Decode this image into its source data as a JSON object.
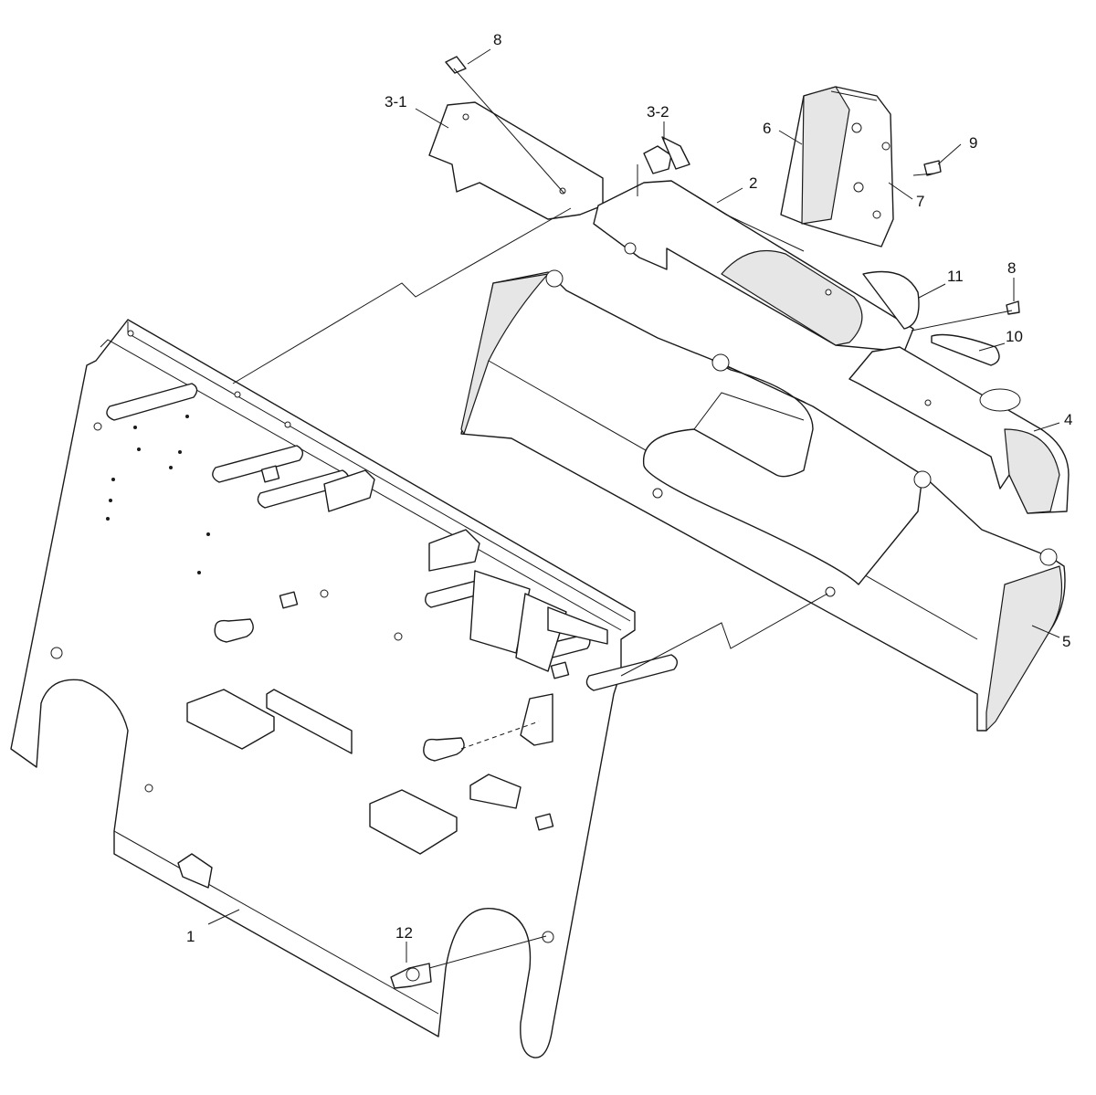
{
  "callouts": {
    "c1": "1",
    "c2": "2",
    "c3_1": "3-1",
    "c3_2": "3-2",
    "c4": "4",
    "c5": "5",
    "c6": "6",
    "c7": "7",
    "c8a": "8",
    "c8b": "8",
    "c9": "9",
    "c10": "10",
    "c11": "11",
    "c12": "12"
  }
}
